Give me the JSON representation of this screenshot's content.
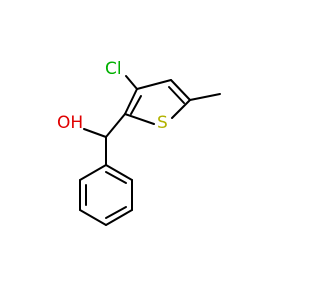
{
  "molecule": {
    "atoms": {
      "chlorine": "Cl",
      "sulfur": "S",
      "hydroxyl": "OH"
    },
    "colors": {
      "bond": "#000000",
      "chlorine": "#00b000",
      "sulfur": "#b2b200",
      "oxygen": "#e00000"
    }
  }
}
